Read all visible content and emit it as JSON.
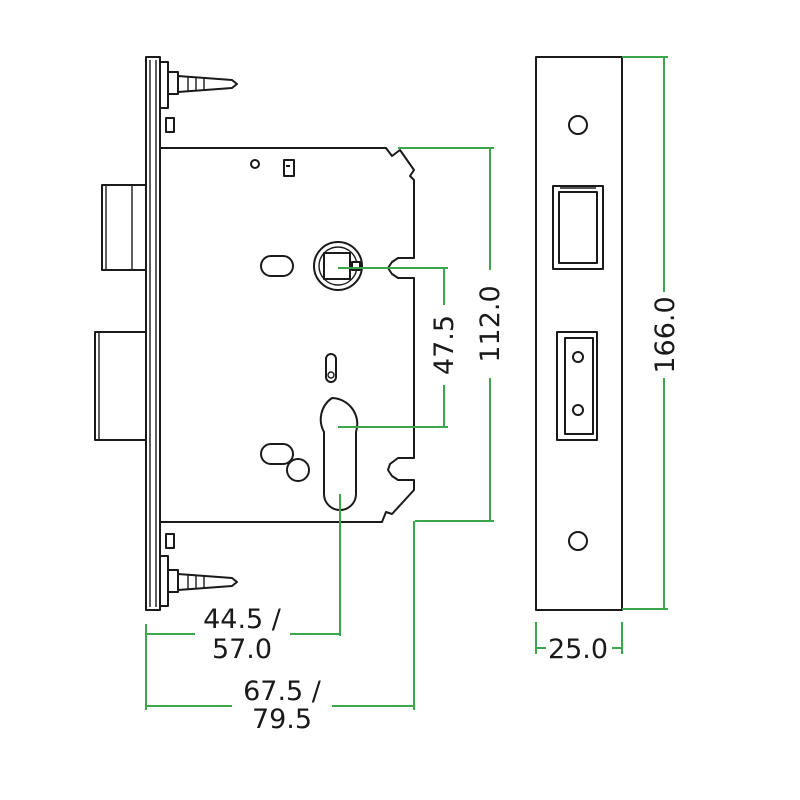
{
  "colors": {
    "line": "#1a1a1a",
    "dimension": "#3aa84a",
    "background": "#ffffff"
  },
  "dimensions": {
    "backset_line1": "44.5 /",
    "backset_line2": "57.0",
    "case_depth_line1": "67.5  /",
    "case_depth_line2": "79.5",
    "centres": "47.5",
    "case_height": "112.0",
    "faceplate_height": "166.0",
    "faceplate_width": "25.0"
  }
}
